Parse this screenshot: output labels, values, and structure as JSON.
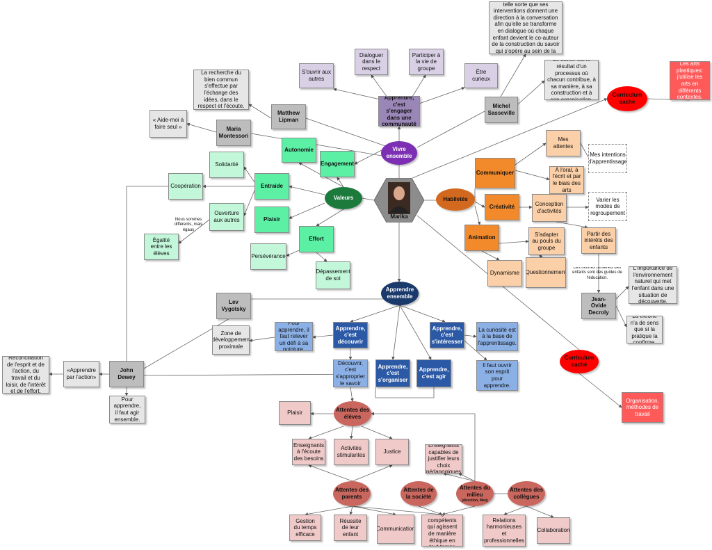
{
  "center": {
    "name": "Marika"
  },
  "nodes": {
    "vivre": "Vivre ensemble",
    "engager": "Apprendre, c'est s'engager dans une communauté",
    "souvrir": "S'ouvrir aux autres",
    "dialoguer": "Dialoguer dans le respect",
    "participer": "Participer à la vie de groupe",
    "curieux": "Être curieux",
    "sasseville_quote": "L'enseignant doit agir de telle sorte que ses interventions donnent une direction à la conversation afin qu'elle se transforme en dialogue où chaque enfant devient le co-auteur de la construction du savoir qui s'opère au sein de la classe.",
    "savoir": "Le savoir est le résultat d'un processus où chacun contribue, à sa manière, à sa construction et à son organisation.",
    "sasseville": "Michel Sasseville",
    "bien_commun": "La recherche du bien commun s'effectue par l'échange des idées, dans le respect et l'écoute.",
    "lipman": "Matthew Lipman",
    "aide_moi": "« Aide-moi à faire seul »",
    "montessori": "Maria Montessori",
    "autonomie": "Autonomie",
    "engagement": "Engagement",
    "solidarite": "Solidarité",
    "entraide": "Entraide",
    "cooperation": "Coopération",
    "ouverture": "Ouverture aux autres",
    "differents": "Nous sommes différents, mais égaux",
    "egalite": "Égalité entre les élèves",
    "plaisir": "Plaisir",
    "valeurs": "Valeurs",
    "effort": "Effort",
    "perseverance": "Persévérance",
    "depassement": "Dépassement de soi",
    "curriculum1": "Curriculum caché",
    "arts": "Les arts plastiques: j'utilise les arts en différents contextes.",
    "habiletes": "Habiletés",
    "communiquer": "Communiquer",
    "attentes_mes": "Mes attentes",
    "intentions": "Mes intentions d'apprentissage",
    "oral": "À l'oral, à l'écrit et par le biais des arts",
    "creativite": "Créativité",
    "conception": "Conception d'activités",
    "modes": "Varier les modes de regroupement",
    "animation": "Animation",
    "adapter": "S'adapter au pouls du groupe",
    "interets": "Partir des intérêts des enfants",
    "dynamisme": "Dynamisme",
    "questionnement": "Questionnement",
    "centres": "Les centres d'intérêts des enfants sont des guides de l'éducation.",
    "decroly": "Jean-Ovide Decroly",
    "environnement": "L'importance de l'environnement naturel qui met l'enfant dans une situation de découverte.",
    "theorie": "La théorie n'a de sens que si la pratique la confirme.",
    "apprendre_ens": "Apprendre ensemble",
    "vygotsky": "Lev Vygotsky",
    "zone": "Zone de développement proximale",
    "defi": "Pour apprendre, il faut relever un défi à sa pointure.",
    "decouvrir": "Apprendre, c'est découvrir",
    "interesser": "Apprendre, c'est s'intéresser",
    "curiosite": "La curiosité est à la base de l'apprentissage.",
    "ouvrir_esprit": "Il faut ouvrir son esprit pour apprendre.",
    "approprier": "Découvrir, c'est s'approprier le savoir",
    "organiser": "Apprendre, c'est s'organiser",
    "agir": "Apprendre, c'est agir",
    "curriculum2": "Curriculum caché",
    "organisation": "Organisation, méthodes de travail",
    "dewey": "John Dewey",
    "par_action": "«Apprendre par l'action»",
    "reconciliation": "Réconciliation de l'esprit et de l'action, du travail et du loisir, de l'intérêt et de l'effort.",
    "agir_ens": "Pour apprendre, il faut agir ensemble.",
    "att_eleves": "Attentes des élèves",
    "plaisir2": "Plaisir",
    "ecoute": "Enseignants à l'écoute des besoins",
    "stimulantes": "Activités stimulantes",
    "justice": "Justice",
    "justifier": "Enseignants capables de justifier leurs choix pédagogiques",
    "att_parents": "Attentes des parents",
    "att_societe": "Attentes de la société",
    "att_milieu": "Attentes du milieu",
    "att_milieu_sub": "(direction, Meq)",
    "att_collegues": "Attentes des collègues",
    "gestion": "Gestion du temps efficace",
    "reussite": "Réussite de leur enfant",
    "communication": "Communication",
    "ethique": "Enseignants compétents qui agissent de manière éthique en tout temps",
    "relations": "Relations harmonieuses et professionnelles",
    "collaboration": "Collaboration"
  },
  "colors": {
    "edge": "#666666",
    "vivre_ensemble": "#7c2fb3",
    "valeurs": "#1b7a3c",
    "habiletes": "#d2691e",
    "apprendre_ensemble": "#1a3a6b",
    "curriculum": "#ff0000",
    "attentes": "#c9665d"
  }
}
